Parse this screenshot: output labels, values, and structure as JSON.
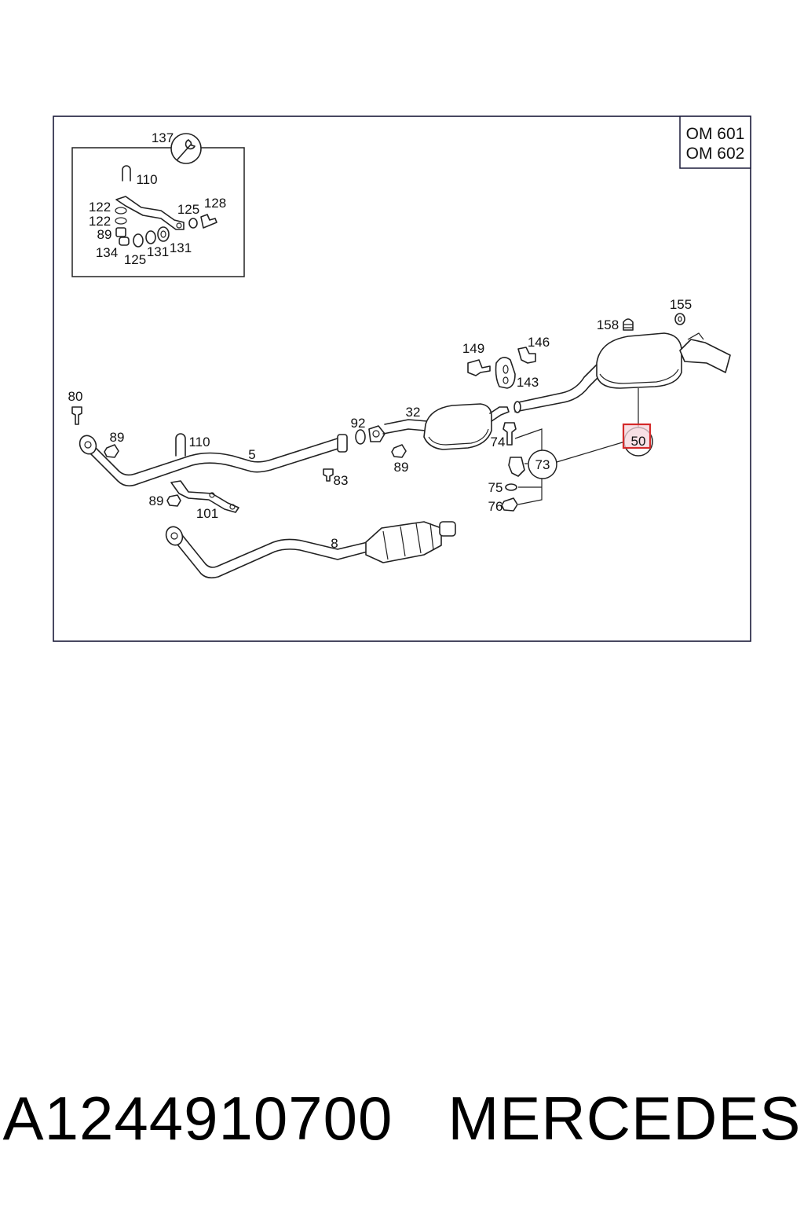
{
  "diagram": {
    "engine_labels": [
      "OM 601",
      "OM 602"
    ],
    "inset_labels": {
      "tool": "137",
      "u_bolt": "110",
      "washer_a": "122",
      "washer_b": "122",
      "nut": "89",
      "sleeve": "134",
      "bush_a": "125",
      "bush_b": "131",
      "bush_c": "131",
      "bracket_bush": "125",
      "bolt": "128"
    },
    "part_labels": {
      "bolt_80": "80",
      "nut_89_front": "89",
      "u_bolt_110": "110",
      "pipe_5": "5",
      "bolt_83": "83",
      "nut_89_bracket": "89",
      "bracket_101": "101",
      "pipe_8": "8",
      "ring_92": "92",
      "muffler_32": "32",
      "nut_89_mid": "89",
      "bolt_149": "149",
      "mount_146": "146",
      "hanger_143": "143",
      "rubber_158": "158",
      "ring_155": "155",
      "bolt_74": "74",
      "washer_75": "75",
      "nut_76": "76",
      "clamp_73": "73",
      "rear_silencer_50": "50"
    }
  },
  "footer": {
    "part_number": "A1244910700",
    "brand": "MERCEDES"
  },
  "colors": {
    "highlight_stroke": "#d42a2a",
    "highlight_fill": "#f6d6dc",
    "line": "#222222"
  }
}
